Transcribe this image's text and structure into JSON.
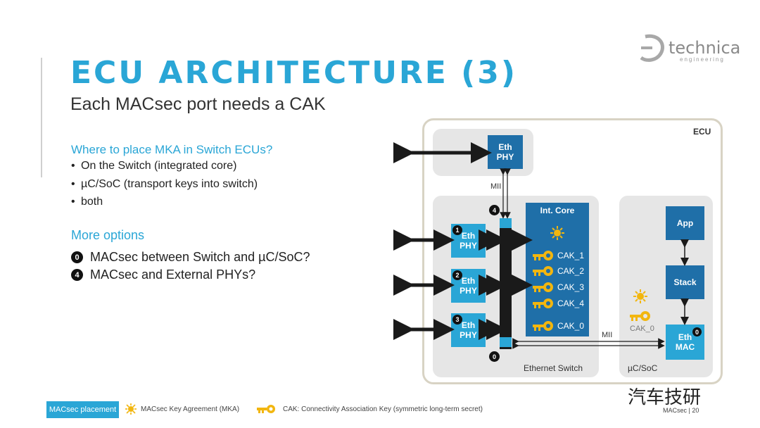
{
  "header": {
    "title": "ECU ARCHITECTURE (3)",
    "subtitle": "Each MACsec port needs a CAK"
  },
  "logo": {
    "name": "technica",
    "sub": "engineering"
  },
  "left": {
    "question": "Where to place MKA in Switch ECUs?",
    "bullets": [
      "On the Switch (integrated core)",
      "µC/SoC (transport keys into switch)",
      "both"
    ],
    "more_heading": "More options",
    "options": [
      {
        "num": "0",
        "text": "MACsec between Switch and µC/SoC?"
      },
      {
        "num": "4",
        "text": "MACsec and External PHYs?"
      }
    ]
  },
  "diagram": {
    "ecu_label": "ECU",
    "top_phy": "Eth\nPHY",
    "mii_top": "MII",
    "mii_bottom": "MII",
    "int_core": "Int. Core",
    "caks": [
      "CAK_1",
      "CAK_2",
      "CAK_3",
      "CAK_4",
      "CAK_0"
    ],
    "phys": [
      {
        "num": "1",
        "label": "Eth\nPHY"
      },
      {
        "num": "2",
        "label": "Eth\nPHY"
      },
      {
        "num": "3",
        "label": "Eth\nPHY"
      }
    ],
    "port4": "4",
    "port0": "0",
    "switch_label": "Ethernet Switch",
    "uc_label": "µC/SoC",
    "app": "App",
    "stack": "Stack",
    "eth_mac": "Eth\nMAC",
    "mac_num": "0",
    "cak0_uc": "CAK_0"
  },
  "legend": {
    "placement": "MACsec placement",
    "mka": "MACsec Key Agreement (MKA)",
    "cak": "CAK: Connectivity Association Key (symmetric long-term secret)"
  },
  "footer": {
    "page": "MACsec  |  20",
    "watermark": "汽车技研"
  },
  "colors": {
    "accent": "#2aa6d6",
    "dark_blue": "#1f6fa8",
    "key_gold": "#f2b60f",
    "panel": "#e6e6e6"
  }
}
